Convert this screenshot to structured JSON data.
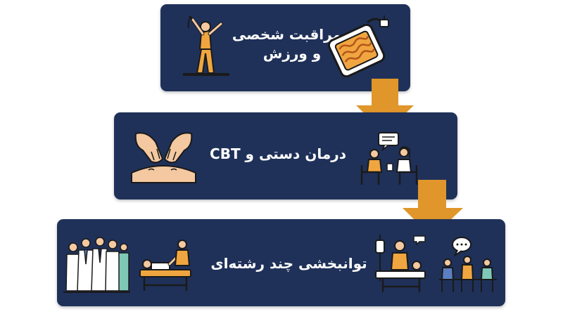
{
  "colors": {
    "box": "#1f3159",
    "arrow": "#e0962a",
    "accent_orange": "#f0a640",
    "outline": "#1a1a1a",
    "skin": "#f4c8a0"
  },
  "steps": [
    {
      "line1": "مراقبت شخصی",
      "line2": "و ورزش",
      "icons": [
        "stretching-person-icon",
        "heating-pad-icon"
      ]
    },
    {
      "line1": "درمان دستی و CBT",
      "icons": [
        "massage-hands-icon",
        "therapy-session-icon"
      ]
    },
    {
      "line1": "توانبخشی چند رشته‌ای",
      "icons": [
        "medical-team-icon",
        "physiotherapy-bed-icon",
        "rehab-patient-icon",
        "group-talk-icon"
      ]
    }
  ]
}
